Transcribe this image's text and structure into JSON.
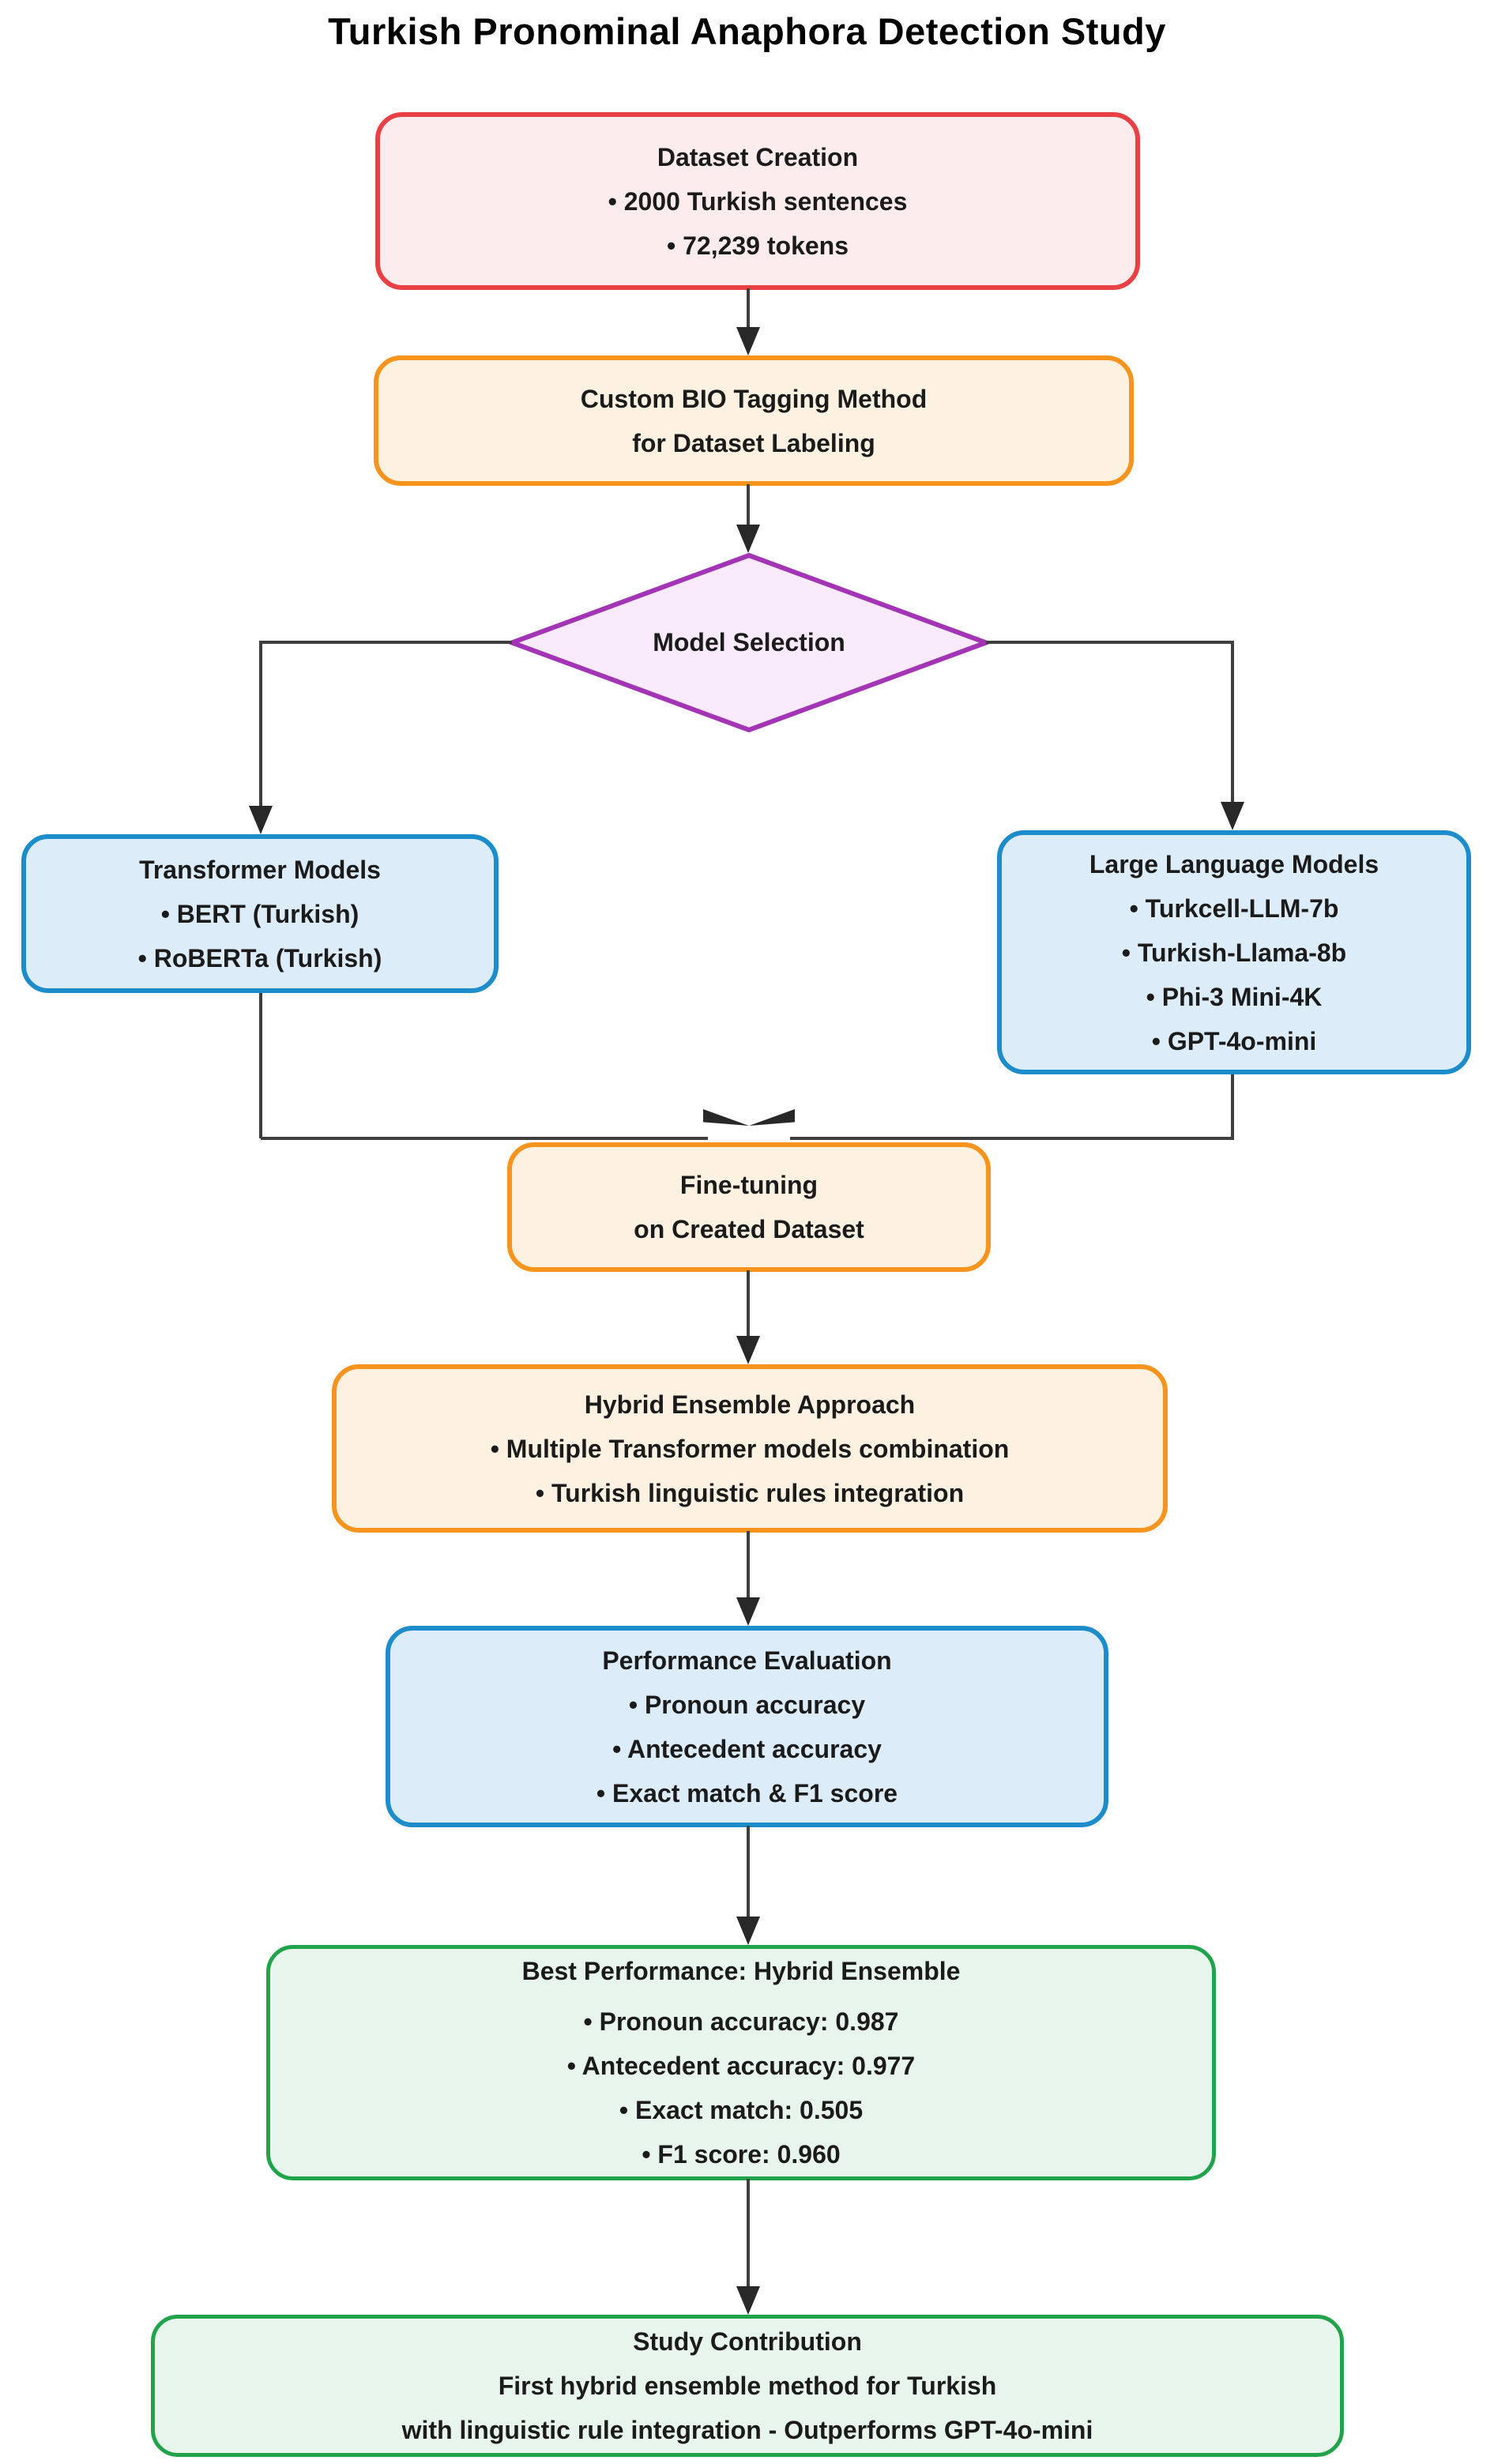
{
  "title": "Turkish Pronominal Anaphora Detection Study",
  "diagram_type": "flowchart",
  "colors": {
    "red_border": "#e84045",
    "red_fill": "#fcecee",
    "orange_border": "#f7941e",
    "orange_fill": "#fdf2e1",
    "purple_border": "#a234b5",
    "purple_fill": "#f8eafa",
    "blue_border": "#1d8ccb",
    "blue_fill": "#dcedf9",
    "green_border": "#21a34c",
    "green_fill": "#e8f5ec",
    "connector": "#3f3f3f",
    "text": "#1b1b1b"
  },
  "nodes": {
    "dataset_creation": {
      "shape": "rounded-rect",
      "color": "pink",
      "lines": [
        "Dataset Creation",
        "• 2000 Turkish sentences",
        "• 72,239 tokens"
      ]
    },
    "bio_tagging": {
      "shape": "rounded-rect",
      "color": "orange",
      "lines": [
        "Custom BIO Tagging Method",
        "for Dataset Labeling"
      ]
    },
    "model_selection": {
      "shape": "diamond",
      "color": "purple",
      "lines": [
        "Model Selection"
      ]
    },
    "transformer_models": {
      "shape": "rounded-rect",
      "color": "blue",
      "lines": [
        "Transformer Models",
        "• BERT (Turkish)",
        "• RoBERTa (Turkish)"
      ]
    },
    "large_language_models": {
      "shape": "rounded-rect",
      "color": "blue",
      "lines": [
        "Large Language Models",
        "• Turkcell-LLM-7b",
        "• Turkish-Llama-8b",
        "• Phi-3 Mini-4K",
        "• GPT-4o-mini"
      ]
    },
    "fine_tuning": {
      "shape": "rounded-rect",
      "color": "orange",
      "lines": [
        "Fine-tuning",
        "on Created Dataset"
      ]
    },
    "hybrid_ensemble": {
      "shape": "rounded-rect",
      "color": "orange",
      "lines": [
        "Hybrid Ensemble Approach",
        "• Multiple Transformer models combination",
        "• Turkish linguistic rules integration"
      ]
    },
    "performance_evaluation": {
      "shape": "rounded-rect",
      "color": "blue",
      "lines": [
        "Performance Evaluation",
        "• Pronoun accuracy",
        "• Antecedent accuracy",
        "• Exact match & F1 score"
      ]
    },
    "best_performance": {
      "shape": "rounded-rect",
      "color": "green",
      "lines": [
        "Best Performance: Hybrid Ensemble",
        "• Pronoun accuracy: 0.987",
        "• Antecedent accuracy: 0.977",
        "• Exact match: 0.505",
        "• F1 score: 0.960"
      ]
    },
    "study_contribution": {
      "shape": "rounded-rect",
      "color": "green",
      "lines": [
        "Study Contribution",
        "First hybrid ensemble method for Turkish",
        "with linguistic rule integration - Outperforms GPT-4o-mini"
      ]
    }
  },
  "edges": [
    "dataset_creation -> bio_tagging",
    "bio_tagging -> model_selection",
    "model_selection -> transformer_models",
    "model_selection -> large_language_models",
    "transformer_models -> fine_tuning",
    "large_language_models -> fine_tuning",
    "fine_tuning -> hybrid_ensemble",
    "hybrid_ensemble -> performance_evaluation",
    "performance_evaluation -> best_performance",
    "best_performance -> study_contribution"
  ]
}
